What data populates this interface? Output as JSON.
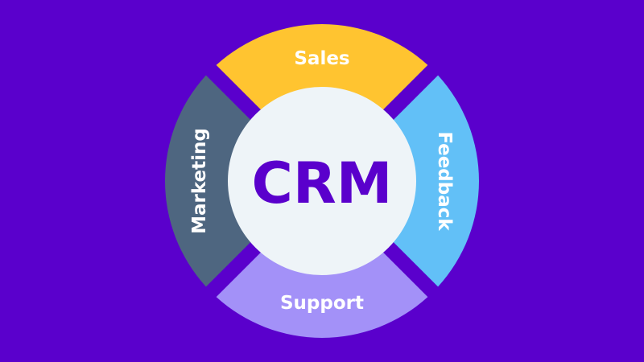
{
  "background_color": "#5A00CC",
  "center": {
    "label": "CRM",
    "fill_color": "#EEF4F8",
    "text_color": "#5A00CC"
  },
  "segments": [
    {
      "id": "sales",
      "label": "Sales",
      "color": "#FFC430",
      "position": "top"
    },
    {
      "id": "feedback",
      "label": "Feedback",
      "color": "#62C0F7",
      "position": "right"
    },
    {
      "id": "support",
      "label": "Support",
      "color": "#A391F8",
      "position": "bottom"
    },
    {
      "id": "marketing",
      "label": "Marketing",
      "color": "#4E6680",
      "position": "left"
    }
  ]
}
